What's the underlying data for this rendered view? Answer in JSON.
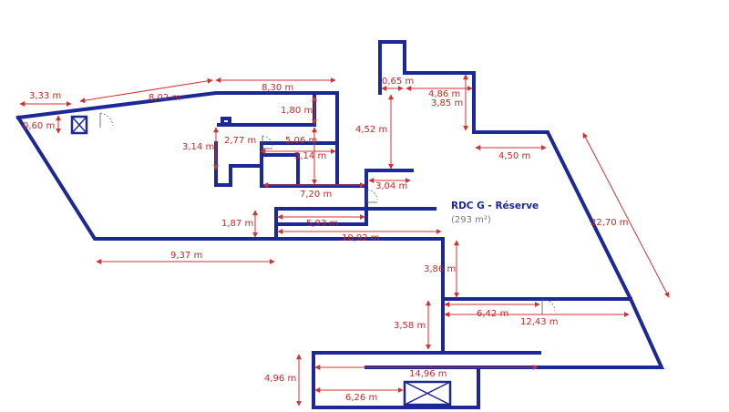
{
  "room": {
    "title": "RDC G - Réserve",
    "area": "(293 m²)"
  },
  "dimensions": {
    "d1": "3,33 m",
    "d2": "8,02 m",
    "d3": "8,30 m",
    "d4": "0,60 m",
    "d5": "1,80 m",
    "d6": "2,77 m",
    "d7": "5,06 m",
    "d8": "3,14 m",
    "d9": "3,14 m",
    "d10": "7,20 m",
    "d11": "3,04 m",
    "d12": "1,87 m",
    "d13": "5,93 m",
    "d14": "10,92 m",
    "d15": "9,37 m",
    "d16": "0,65 m",
    "d17": "4,86 m",
    "d18": "3,85 m",
    "d19": "4,52 m",
    "d20": "4,50 m",
    "d21": "22,70 m",
    "d22": "3,86 m",
    "d23": "6,42 m",
    "d24": "12,43 m",
    "d25": "3,58 m",
    "d26": "4,96 m",
    "d27": "14,96 m",
    "d28": "6,26 m"
  },
  "colors": {
    "wall": "#1c2896",
    "dimension": "#d23232",
    "title": "#1c2896",
    "area": "#7a7a7a"
  },
  "icons": [
    "stair-icon",
    "door-icon"
  ]
}
